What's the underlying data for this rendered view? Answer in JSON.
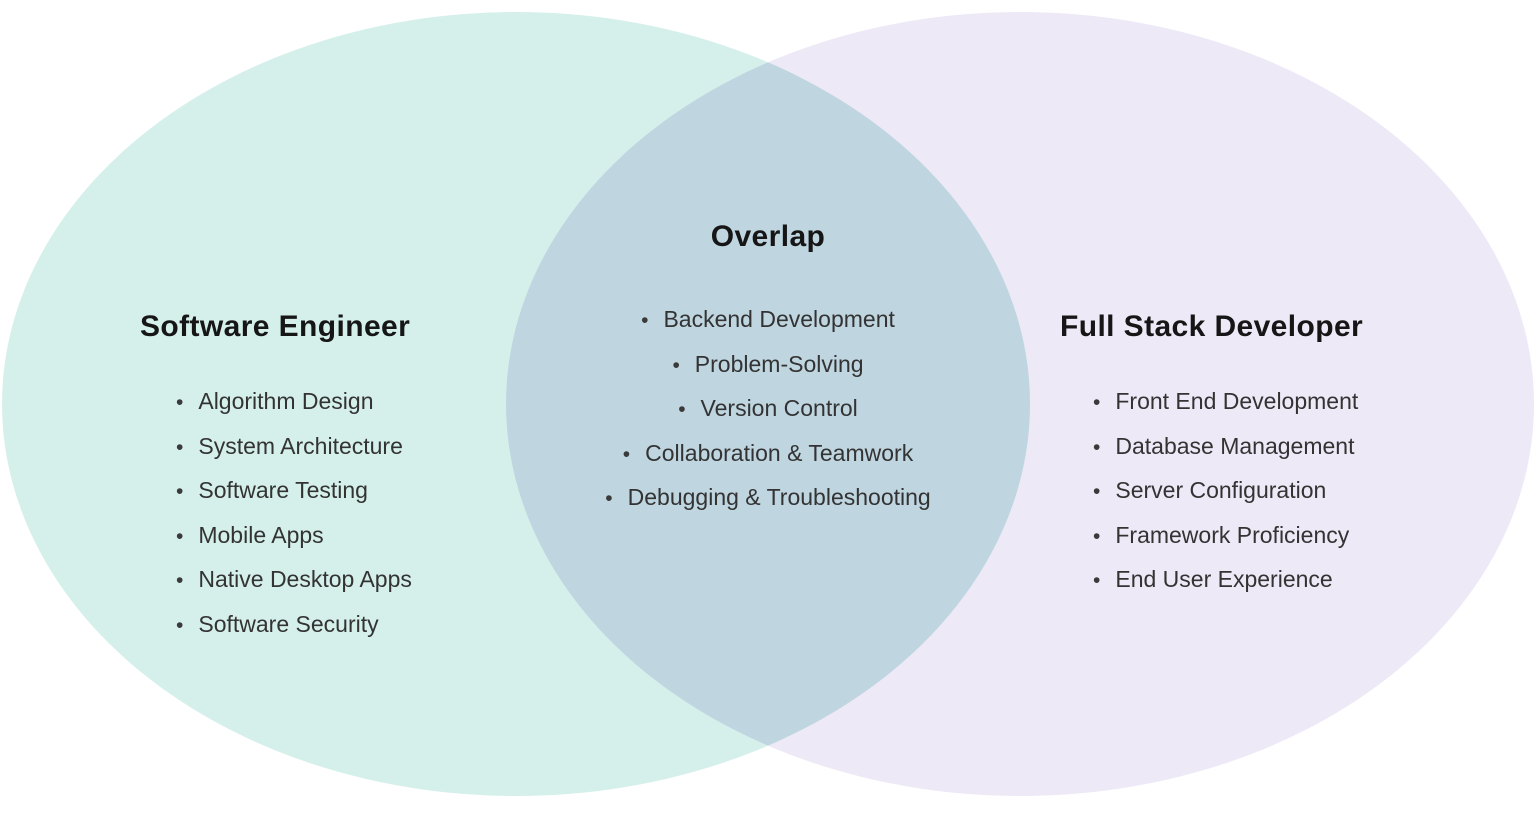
{
  "diagram": {
    "type": "venn",
    "background_color": "#ffffff",
    "left_set": {
      "title": "Software Engineer",
      "fill_color": "#d5f0eb",
      "items": [
        "Algorithm Design",
        "System Architecture",
        "Software Testing",
        "Mobile Apps",
        "Native Desktop Apps",
        "Software Security"
      ]
    },
    "overlap_set": {
      "title": "Overlap",
      "fill_color": "#bfd5e0",
      "items": [
        "Backend Development",
        "Problem-Solving",
        "Version Control",
        "Collaboration & Teamwork",
        "Debugging & Troubleshooting"
      ]
    },
    "right_set": {
      "title": "Full Stack Developer",
      "fill_color": "#ede9f6",
      "items": [
        "Front End Development",
        "Database Management",
        "Server Configuration",
        "Framework Proficiency",
        "End User Experience"
      ]
    },
    "text_colors": {
      "title": "#161616",
      "item": "#333333"
    }
  }
}
